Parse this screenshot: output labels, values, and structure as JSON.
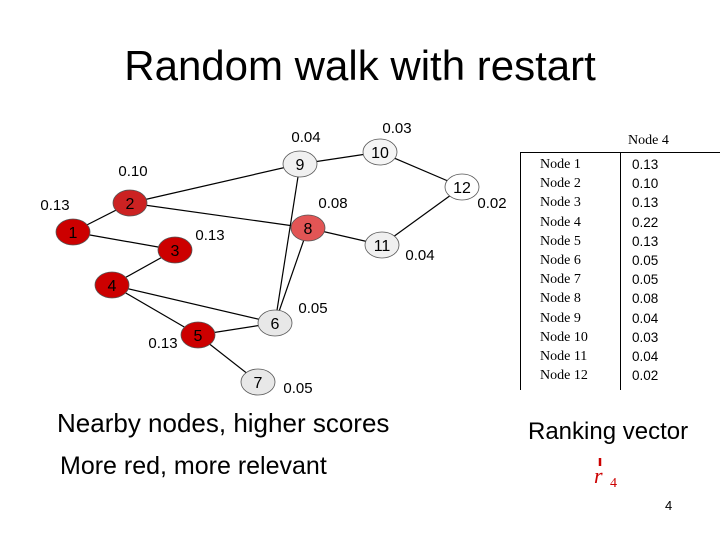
{
  "title": "Random walk with restart",
  "nodes": [
    {
      "id": "1",
      "label": "1",
      "score": "0.13",
      "color": "#cc0000"
    },
    {
      "id": "2",
      "label": "2",
      "score": "0.10",
      "color": "#cc2222"
    },
    {
      "id": "3",
      "label": "3",
      "score": "0.13",
      "color": "#cc0000"
    },
    {
      "id": "4",
      "label": "4",
      "score": "",
      "color": "#cc0000"
    },
    {
      "id": "5",
      "label": "5",
      "score": "0.13",
      "color": "#cc0000"
    },
    {
      "id": "6",
      "label": "6",
      "score": "0.05",
      "color": "#e8e8e8"
    },
    {
      "id": "7",
      "label": "7",
      "score": "0.05",
      "color": "#e8e8e8"
    },
    {
      "id": "8",
      "label": "8",
      "score": "0.08",
      "color": "#e25555"
    },
    {
      "id": "9",
      "label": "9",
      "score": "0.04",
      "color": "#f0f0f0"
    },
    {
      "id": "10",
      "label": "10",
      "score": "0.03",
      "color": "#f5f5f5"
    },
    {
      "id": "11",
      "label": "11",
      "score": "0.04",
      "color": "#f0f0f0"
    },
    {
      "id": "12",
      "label": "12",
      "score": "0.02",
      "color": "#ffffff"
    }
  ],
  "edges": [
    [
      "1",
      "2"
    ],
    [
      "1",
      "3"
    ],
    [
      "2",
      "9"
    ],
    [
      "2",
      "8"
    ],
    [
      "9",
      "10"
    ],
    [
      "9",
      "6"
    ],
    [
      "8",
      "11"
    ],
    [
      "10",
      "12"
    ],
    [
      "12",
      "11"
    ],
    [
      "8",
      "6"
    ],
    [
      "3",
      "4"
    ],
    [
      "4",
      "5"
    ],
    [
      "4",
      "6"
    ],
    [
      "5",
      "6"
    ],
    [
      "5",
      "7"
    ]
  ],
  "captions": {
    "line1": "Nearby nodes, higher scores",
    "line2": "More red, more relevant",
    "ranking": "Ranking vector"
  },
  "table": {
    "header": "Node 4",
    "rows": [
      {
        "name": "Node 1",
        "value": "0.13"
      },
      {
        "name": "Node 2",
        "value": "0.10"
      },
      {
        "name": "Node 3",
        "value": "0.13"
      },
      {
        "name": "Node 4",
        "value": "0.22"
      },
      {
        "name": "Node 5",
        "value": "0.13"
      },
      {
        "name": "Node 6",
        "value": "0.05"
      },
      {
        "name": "Node 7",
        "value": "0.05"
      },
      {
        "name": "Node 8",
        "value": "0.08"
      },
      {
        "name": "Node 9",
        "value": "0.04"
      },
      {
        "name": "Node 10",
        "value": "0.03"
      },
      {
        "name": "Node 11",
        "value": "0.04"
      },
      {
        "name": "Node 12",
        "value": "0.02"
      }
    ]
  },
  "ranking_vector": {
    "symbol": "r",
    "subscript": "4",
    "color": "#cc0000"
  },
  "page_number": "4"
}
